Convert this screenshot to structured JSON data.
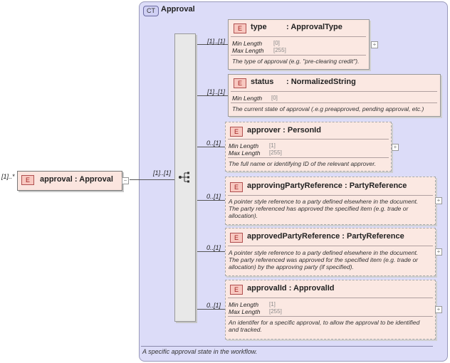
{
  "root": {
    "multiplicity": "[1]..*",
    "badge": "E",
    "name": "approval",
    "type": "Approval"
  },
  "complex_type": {
    "badge": "CT",
    "title": "Approval",
    "documentation": "A specific approval state in the workflow."
  },
  "sequence": {
    "multiplicity": "[1]..[1]"
  },
  "elements": [
    {
      "multiplicity": "[1]..[1]",
      "badge": "E",
      "name": "type",
      "type": "ApprovalType",
      "props": [
        {
          "label": "Min Length",
          "value": "[0]"
        },
        {
          "label": "Max Length",
          "value": "[255]"
        }
      ],
      "description": "The type of approval (e.g. \"pre-clearing credit\")."
    },
    {
      "multiplicity": "[1]..[1]",
      "badge": "E",
      "name": "status",
      "type": "NormalizedString",
      "props": [
        {
          "label": "Min Length",
          "value": "[0]"
        }
      ],
      "description": "The current state of approval (.e.g preapproved, pending approval, etc.)"
    },
    {
      "multiplicity": "0..[1]",
      "badge": "E",
      "name": "approver",
      "type": "PersonId",
      "props": [
        {
          "label": "Min Length",
          "value": "[1]"
        },
        {
          "label": "Max Length",
          "value": "[255]"
        }
      ],
      "description": "The full name or identifying ID of the relevant approver."
    },
    {
      "multiplicity": "0..[1]",
      "badge": "E",
      "name": "approvingPartyReference",
      "type": "PartyReference",
      "props": [],
      "description_lines": [
        "A pointer style reference to a party defined elsewhere in the document.",
        "The party referenced has approved the specified item (e.g. trade or",
        "allocation)."
      ]
    },
    {
      "multiplicity": "0..[1]",
      "badge": "E",
      "name": "approvedPartyReference",
      "type": "PartyReference",
      "props": [],
      "description_lines": [
        "A pointer style reference to a party defined elsewhere in the document.",
        "The party referenced was approved for the specified item (e.g. trade or",
        "allocation) by the approving party (if specified)."
      ]
    },
    {
      "multiplicity": "0..[1]",
      "badge": "E",
      "name": "approvalId",
      "type": "ApprovalId",
      "props": [
        {
          "label": "Min Length",
          "value": "[1]"
        },
        {
          "label": "Max Length",
          "value": "[255]"
        }
      ],
      "description_lines": [
        "An identifer for a specific approval, to allow the approval to be identified",
        "and tracked."
      ]
    }
  ],
  "expand_symbol": "+",
  "collapse_symbol": "−",
  "colon": ":"
}
